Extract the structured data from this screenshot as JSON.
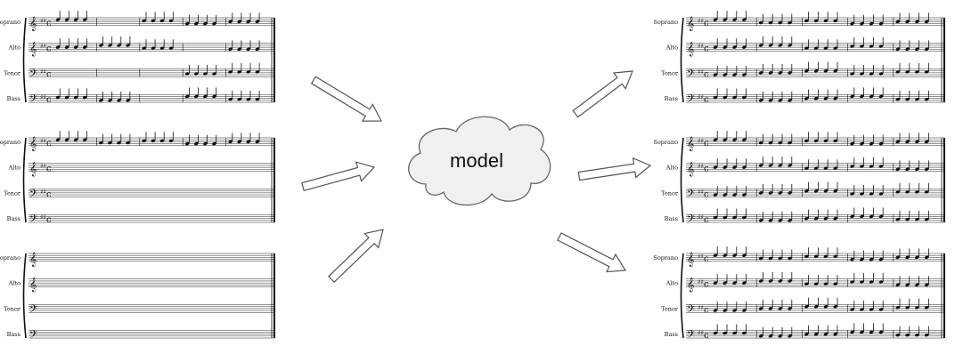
{
  "model_label": "model",
  "part_names": [
    "Soprano",
    "Alto",
    "Tenor",
    "Bass"
  ],
  "inputs": [
    {
      "name": "score-input-partial",
      "mask": "gaps"
    },
    {
      "name": "score-input-soprano-only",
      "mask": "soprano-only"
    },
    {
      "name": "score-input-empty",
      "mask": "empty"
    }
  ],
  "outputs": [
    {
      "name": "score-output-1"
    },
    {
      "name": "score-output-2"
    },
    {
      "name": "score-output-3"
    }
  ],
  "colors": {
    "ink": "#111111",
    "arrow_fill": "#ffffff",
    "arrow_stroke": "#555555",
    "cloud_fill": "#f0f0f0"
  }
}
